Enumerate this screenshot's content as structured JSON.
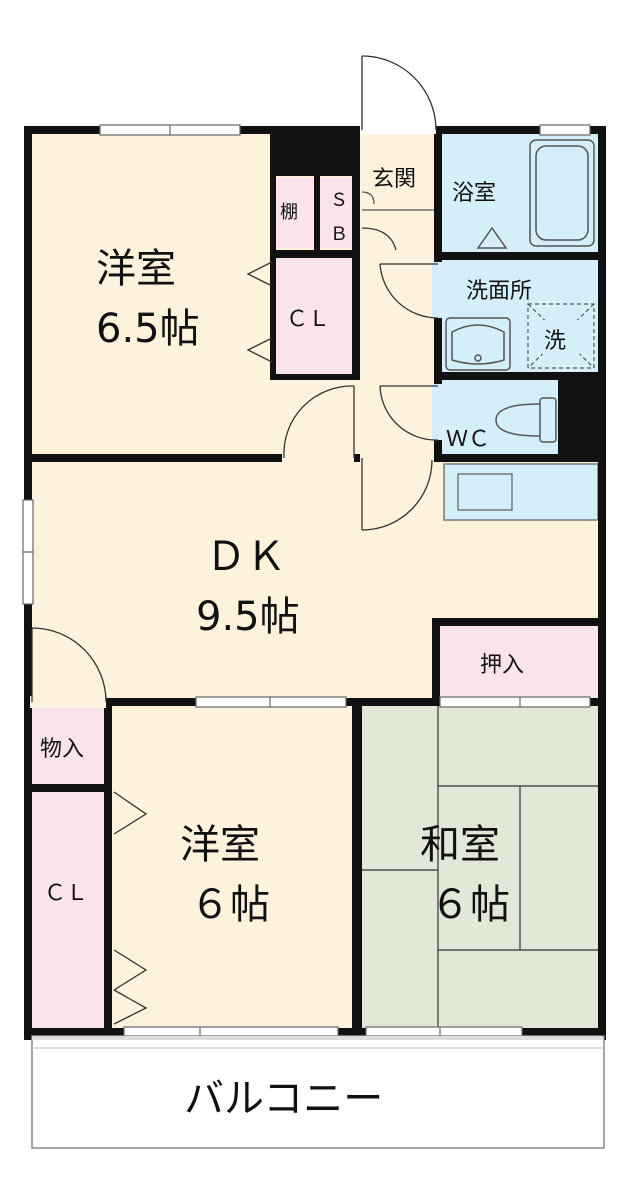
{
  "rooms": {
    "western1": {
      "name": "洋室",
      "size": "6.5帖"
    },
    "cl1": "ＣＬ",
    "shelf": "棚",
    "sb_top": "Ｓ",
    "sb_bottom": "Ｂ",
    "entrance": "玄関",
    "bath": "浴室",
    "washroom": "洗面所",
    "washer": "洗",
    "wc": "ＷＣ",
    "dk": {
      "name": "ＤＫ",
      "size": "9.5帖"
    },
    "oshiire": "押入",
    "monoire": "物入",
    "cl2": "ＣＬ",
    "western2": {
      "name": "洋室",
      "size": "６帖"
    },
    "japanese": {
      "name": "和室",
      "size": "６帖"
    },
    "balcony": "バルコニー"
  },
  "colors": {
    "wall": "#111111",
    "floor": "#fdf3dc",
    "wet": "#d4eefa",
    "storage": "#fbe3ee",
    "tatami": "#e2e8d8",
    "balcony": "#ffffff"
  }
}
